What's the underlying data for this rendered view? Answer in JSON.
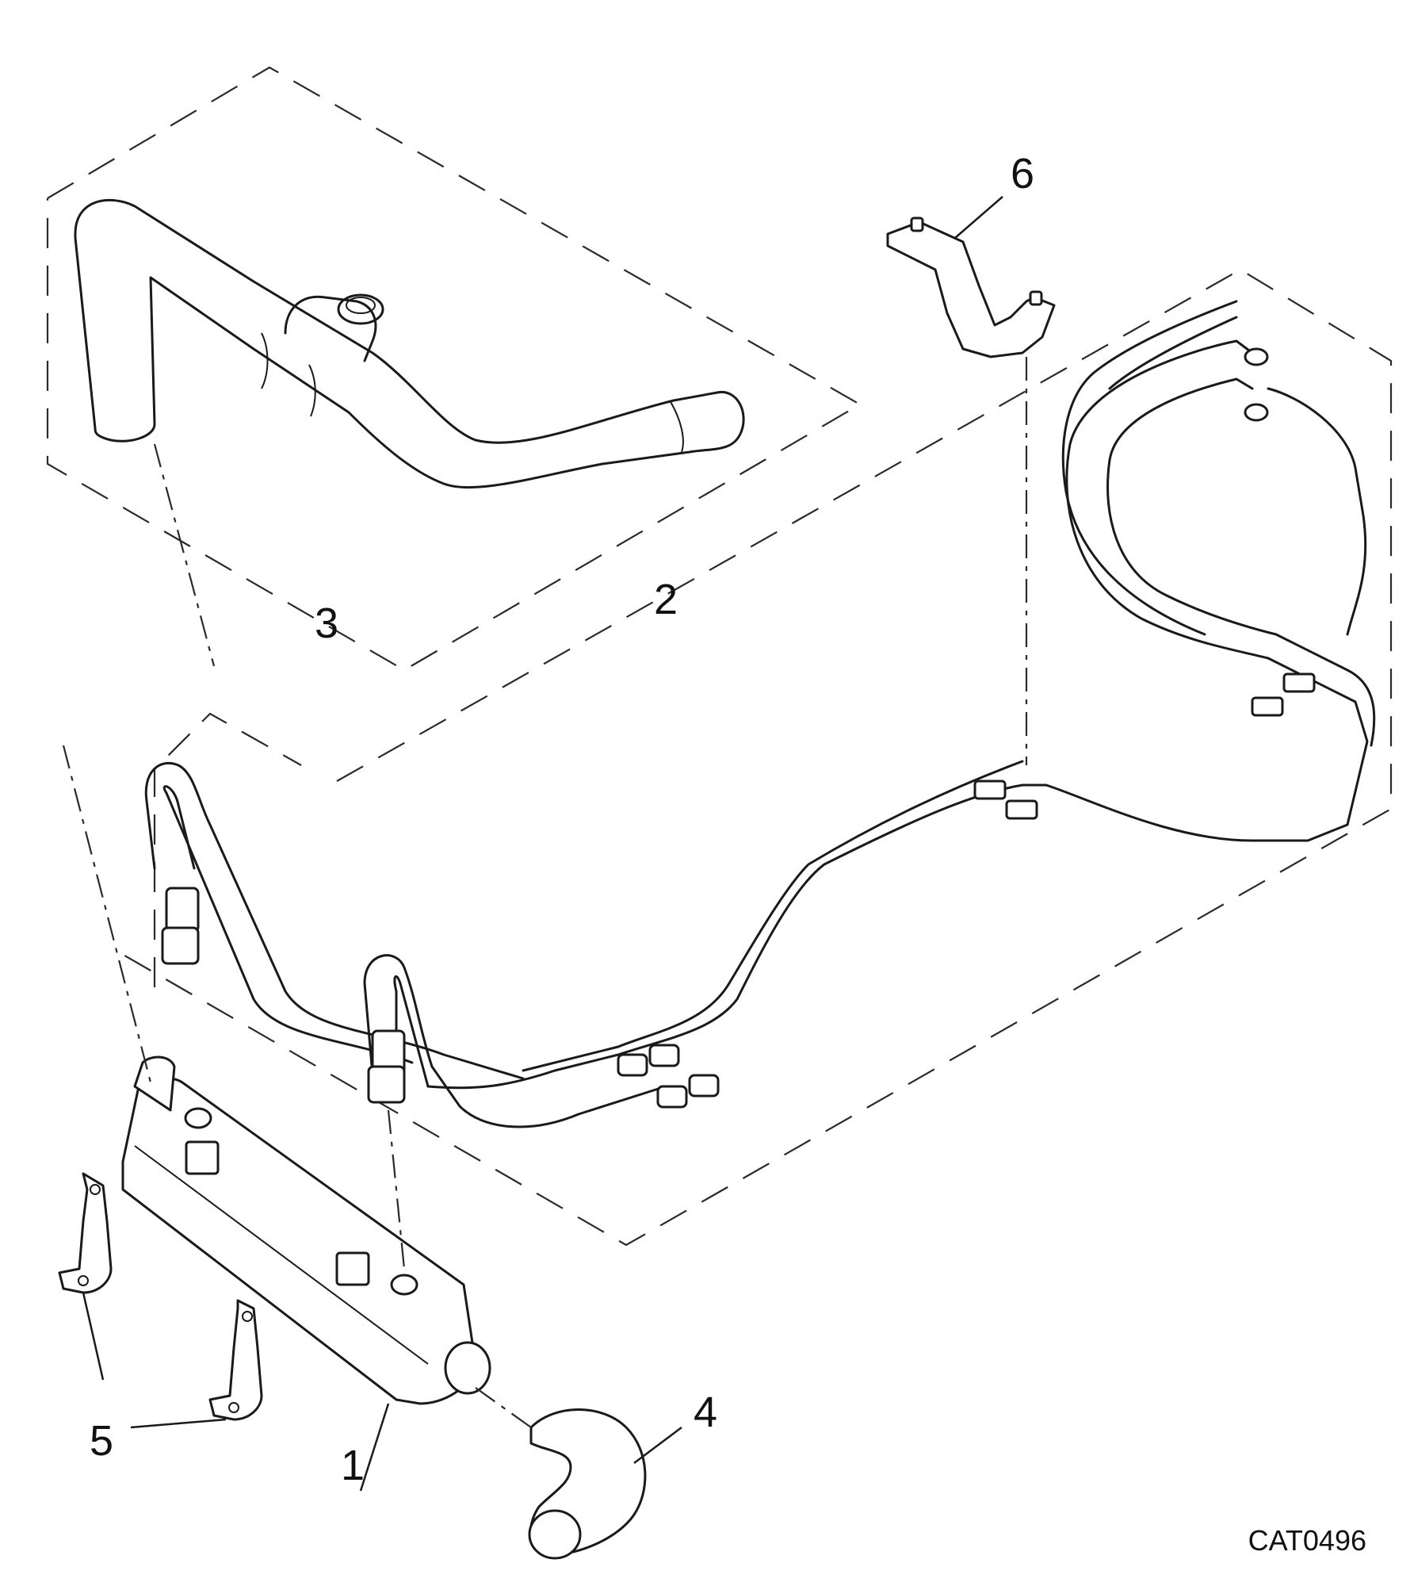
{
  "callouts": [
    {
      "id": "1",
      "label": "1"
    },
    {
      "id": "2",
      "label": "2"
    },
    {
      "id": "3",
      "label": "3"
    },
    {
      "id": "4",
      "label": "4"
    },
    {
      "id": "5",
      "label": "5"
    },
    {
      "id": "6",
      "label": "6"
    }
  ],
  "reference_code": "CAT0496"
}
